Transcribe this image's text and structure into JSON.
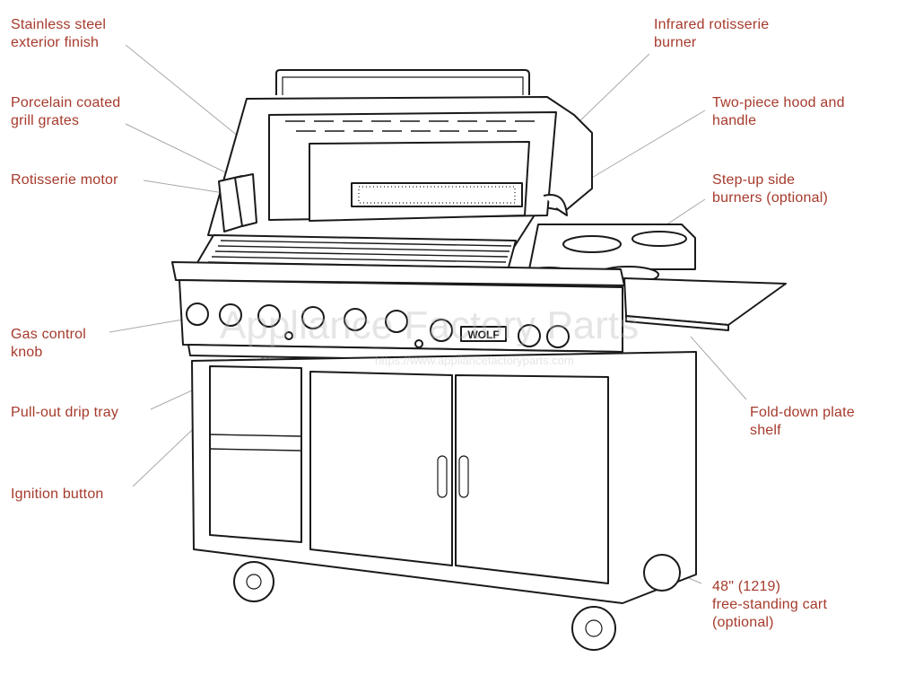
{
  "colors": {
    "label": "#a63a2c",
    "leader": "#a9a9a9",
    "outline": "#1a1a1a"
  },
  "labels": {
    "stainless": [
      "Stainless steel",
      "exterior finish"
    ],
    "grates": [
      "Porcelain coated",
      "grill grates"
    ],
    "motor": [
      "Rotisserie motor"
    ],
    "knob": [
      "Gas control",
      "knob"
    ],
    "drip": [
      "Pull-out drip tray"
    ],
    "ignition": [
      "Ignition button"
    ],
    "infrared": [
      "Infrared rotisserie",
      "burner"
    ],
    "hood": [
      "Two-piece hood and",
      "handle"
    ],
    "side": [
      "Step-up side",
      "burners (optional)"
    ],
    "shelf": [
      "Fold-down plate",
      "shelf"
    ],
    "cart": [
      "48\" (1219)",
      "free-standing cart",
      "(optional)"
    ]
  },
  "brand": "WOLF",
  "watermark": {
    "title": "Appliance Factory Parts",
    "url": "https://www.appliancefactoryparts.com"
  }
}
